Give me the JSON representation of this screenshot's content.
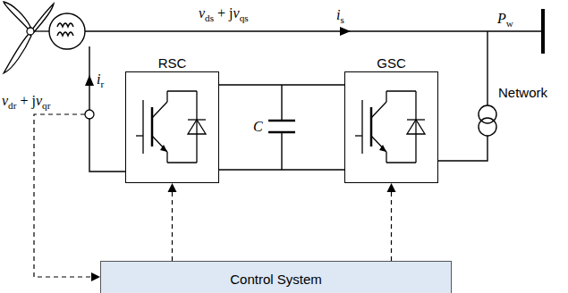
{
  "diagram": {
    "nodes": [
      {
        "text": [
          "RSC"
        ]
      },
      {
        "text": [
          "GSC"
        ]
      },
      {
        "text": [
          "Control System"
        ]
      }
    ],
    "edges": [
      {
        "from": 2,
        "to": 0,
        "arrow": "to"
      },
      {
        "from": 2,
        "to": 1,
        "arrow": "to"
      },
      {
        "from": 0,
        "to": 1,
        "arrow": "none"
      }
    ],
    "labels": [
      "vds + jvqs",
      "is",
      "Pw",
      "Network",
      "vdr + jvqr",
      "ir",
      "C"
    ]
  }
}
